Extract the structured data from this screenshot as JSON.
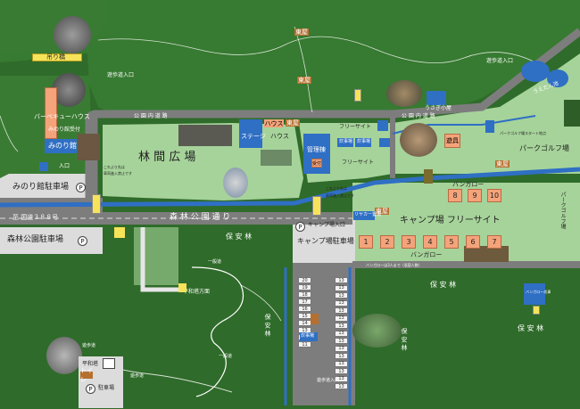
{
  "labels": {
    "tsuribashi": "吊り橋",
    "yuhodo_iriguchi_top": "遊歩道入口",
    "yuhodo_iriguchi_right": "遊歩道入口",
    "azumaya_1": "東屋",
    "azumaya_2": "東屋",
    "azumaya_3": "東屋",
    "azumaya_4": "東屋",
    "azumaya_5": "東屋",
    "bbq_house": "バーベキューハウス",
    "minori_kan_uketsuke": "みのり館受付",
    "minori_kan": "みのり館",
    "iriguchi": "入口",
    "minori_kan_parking": "みのり館駐車場",
    "koen_nai_doro_1": "公 園 内 道 路",
    "koen_nai_doro_2": "公 園 内 道 路",
    "house": "ハウス",
    "stage": "ステージ",
    "houseto": "ハウス",
    "rinkan_hiroba": "林 間 広 場",
    "kanri_to": "管理棟",
    "free_site_top": "フリーサイト",
    "free_site_mid": "フリーサイト",
    "suisha": "炊事場",
    "suisha_2": "炊事場",
    "usagi_koya": "うさぎ小屋",
    "ugetsu_ike": "うえだん池",
    "yugu": "遊具",
    "park_golf": "パークゴルフ場",
    "park_golf_v": "パークゴルフ場",
    "park_golf_note": "パークゴルフ場スタート地点",
    "uketsuke": "受付",
    "kore_yori_1": "これより先は",
    "kore_yori_2": "車両進入禁止です",
    "kore_yori_3": "これより先は",
    "kore_yori_4": "車両進入禁止です",
    "route": "至 国道３８８号",
    "shinrin_koen_dori": "森 林 公 園 通 り",
    "shinrin_koen_parking": "森林公園駐車場",
    "camp_iriguchi": "キャンプ場入口",
    "camp_parking": "キャンプ場駐車場",
    "riyaka_okiba": "リヤカー置場",
    "bungalow_top": "バンガロー",
    "bungalow_bottom": "バンガロー",
    "camp_free_site": "キャンプ場 フリーサイト",
    "bungalow_note": "バンガローは3人まで（収容人数）",
    "hoanrin_1": "保 安 林",
    "hoanrin_2": "保 安 林",
    "hoanrin_3": "保 安 林",
    "hoanrin_4": "保 安 林",
    "hoanrin_5": "保 安 林",
    "heiwato_hoho": "平和塔方面",
    "ichidomichi_1": "一般道",
    "ichidomichi_2": "一般道",
    "yuhodo_1": "遊歩道",
    "yuhodo_2": "遊歩道",
    "heiwato": "平和塔",
    "toilet_small": "トイレ",
    "chushajo": "駐車場",
    "bungalow_toilet": "バンガロー炊事",
    "suisha_camp": "炊事場",
    "yuhodo_iriguchi_bottom": "遊歩道入口"
  },
  "bungalow_numbers_top": [
    "8",
    "9",
    "10"
  ],
  "bungalow_numbers_bottom": [
    "1",
    "2",
    "3",
    "4",
    "5",
    "6",
    "7"
  ],
  "slots_left": [
    "20",
    "19",
    "18",
    "17",
    "16",
    "15",
    "14",
    "13",
    "12",
    "11"
  ],
  "slots_right": [
    "13",
    "13",
    "13",
    "13",
    "13",
    "13",
    "13",
    "13",
    "13",
    "13",
    "13",
    "13",
    "13",
    "13",
    "13"
  ],
  "parking_symbol": "P",
  "colors": {
    "forest": "#2f6b2a",
    "lightgreen": "#a6d39a",
    "road": "#7d7d7d",
    "river": "#2f6fc4",
    "bungalow": "#f4a37a"
  }
}
